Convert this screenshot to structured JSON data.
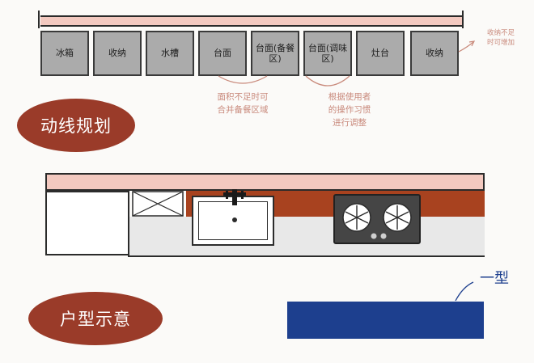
{
  "section_flow": {
    "title": "动线规划",
    "modules": [
      "冰箱",
      "收纳",
      "水槽",
      "台面",
      "台面(备餐区)",
      "台面(调味区)",
      "灶台",
      "收纳"
    ],
    "note_right": [
      "收纳不足",
      "时可增加"
    ],
    "note_prep": [
      "面积不足时可",
      "合并备餐区域"
    ],
    "note_seasoning": [
      "根据使用者",
      "的操作习惯",
      "进行调整"
    ]
  },
  "section_layout": {
    "title": "户型示意",
    "layout_label": "一型"
  },
  "colors": {
    "accent_red": "#9a3b29",
    "backsplash": "#a8421f",
    "wall_pink": "#f3c9c0",
    "cabinet_gray": "#ababab",
    "annotation": "#c98a7c",
    "blue": "#1d3f8e"
  }
}
